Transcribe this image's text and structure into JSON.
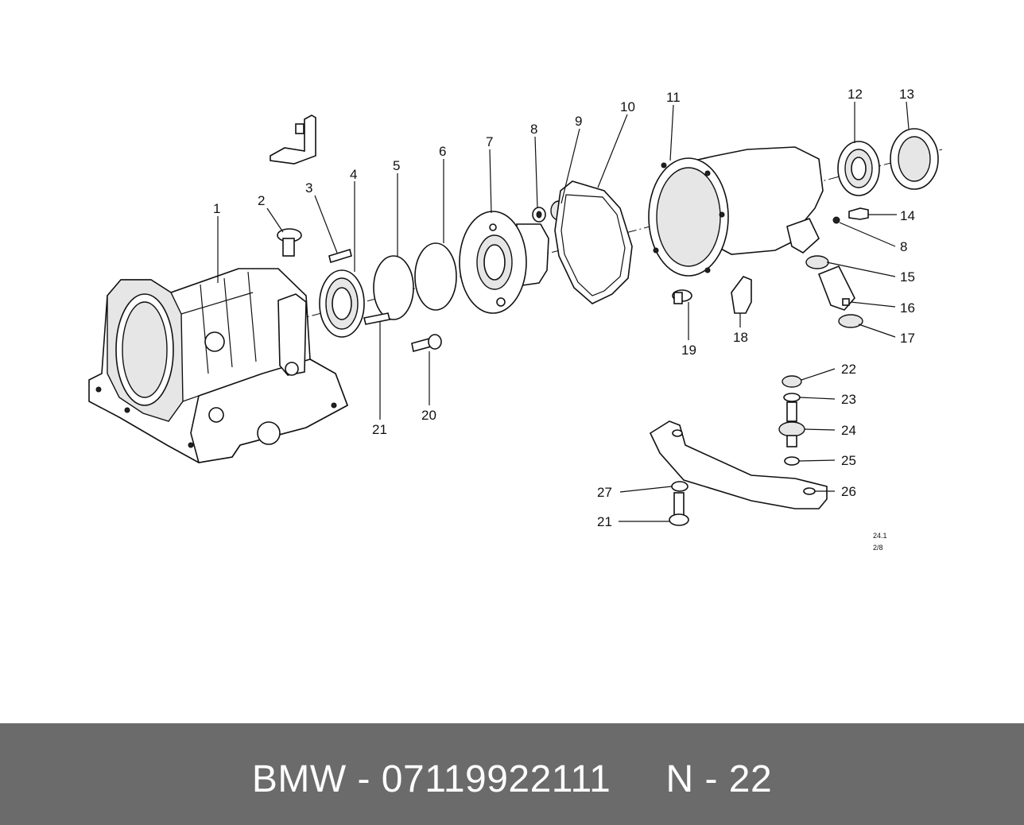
{
  "diagram": {
    "callouts": [
      "1",
      "2",
      "3",
      "4",
      "5",
      "6",
      "7",
      "8",
      "9",
      "10",
      "11",
      "12",
      "13",
      "14",
      "8",
      "15",
      "16",
      "17",
      "18",
      "19",
      "20",
      "21",
      "22",
      "23",
      "24",
      "25",
      "26",
      "27",
      "21"
    ],
    "corner_note": [
      "24.1",
      "2/8"
    ]
  },
  "footer": {
    "text": "BMW - 07119922111     N - 22"
  }
}
